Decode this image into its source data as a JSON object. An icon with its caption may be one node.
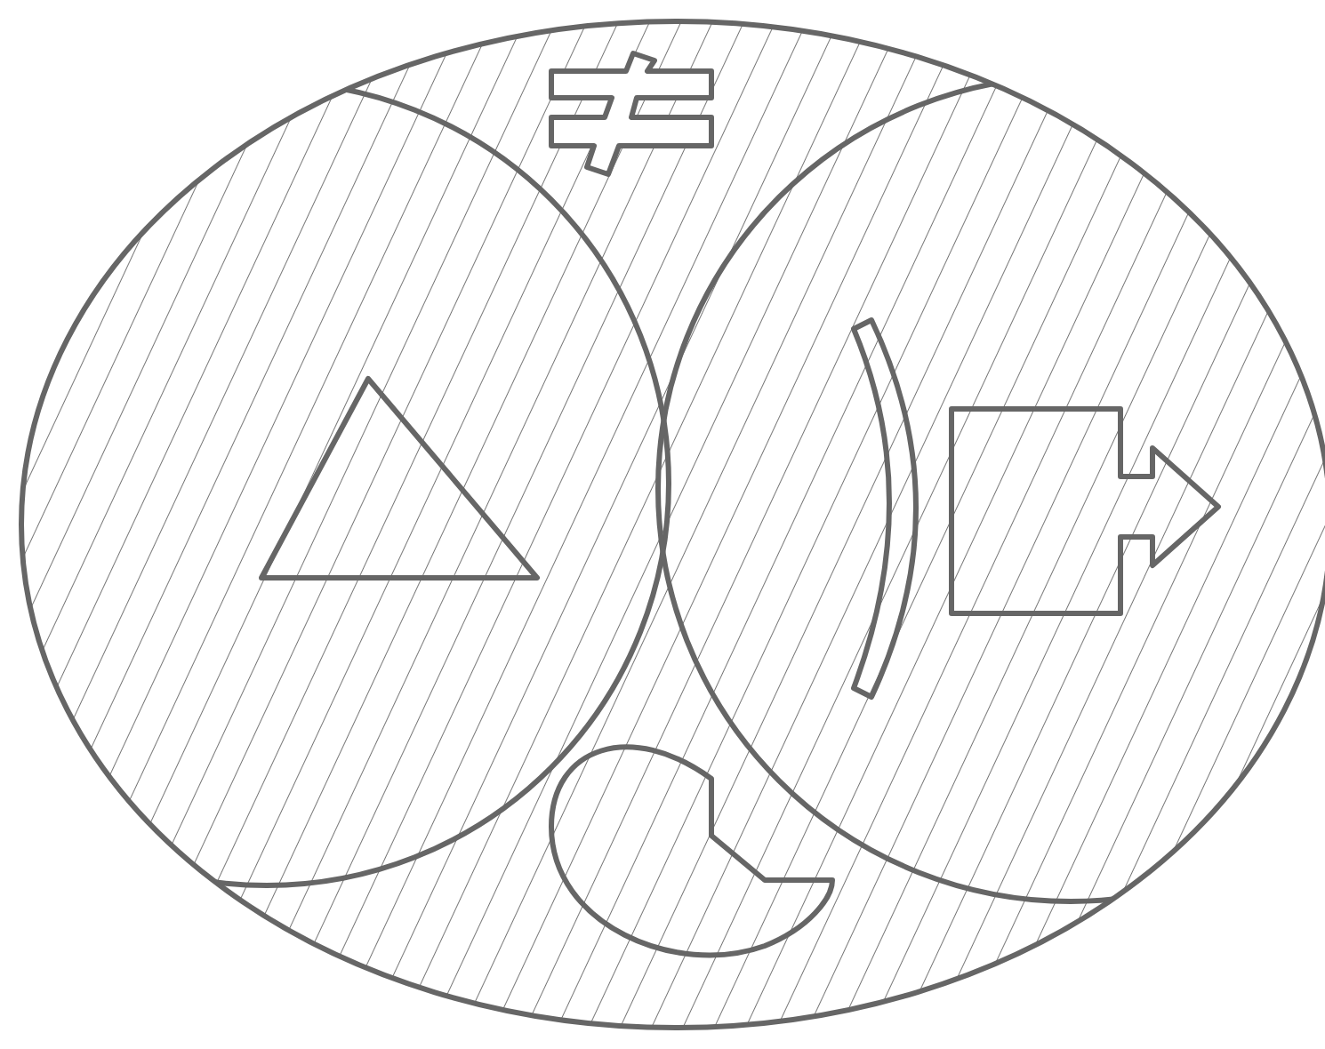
{
  "diagram": {
    "nodes": [
      {
        "text": [],
        "shape": "ellipse"
      },
      {
        "text": [],
        "shape": "circle"
      },
      {
        "text": [],
        "shape": "circle"
      },
      {
        "text": [],
        "shape": "sign",
        "in": 0
      },
      {
        "text": [],
        "shape": "triangle",
        "in": 1
      },
      {
        "text": [],
        "shape": "arc",
        "in": 2
      },
      {
        "text": [],
        "shape": "box",
        "in": 2
      },
      {
        "text": [],
        "shape": "blob",
        "in": 0
      }
    ]
  }
}
